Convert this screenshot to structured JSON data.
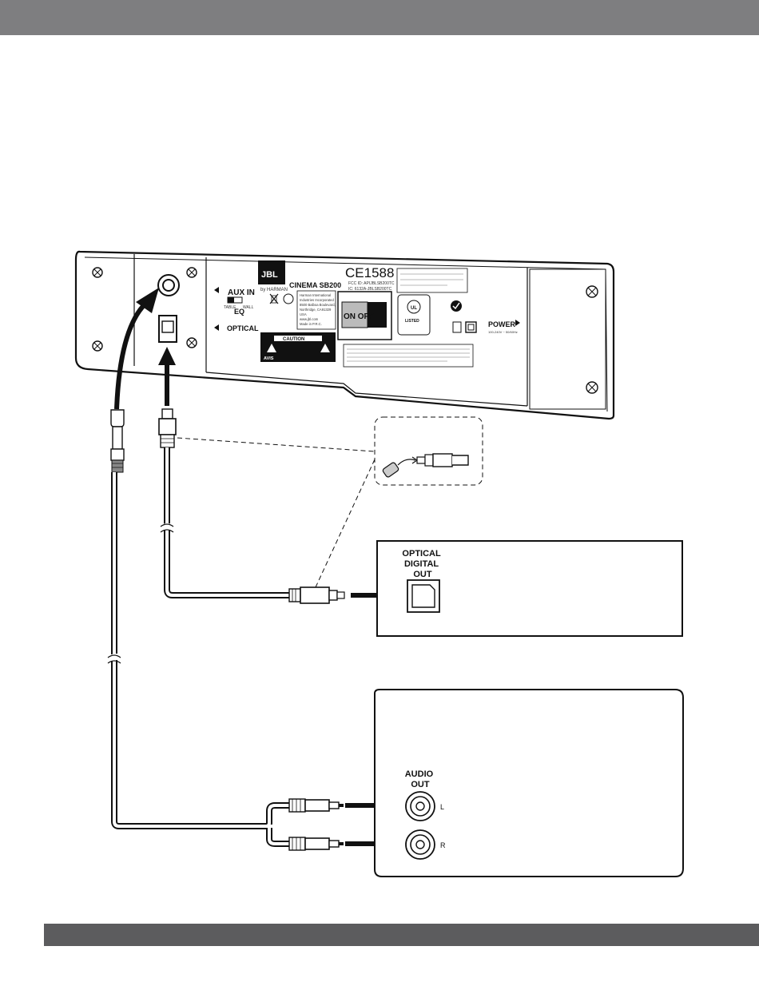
{
  "panel": {
    "brand": "JBL",
    "brand_sub": "by HARMAN",
    "model": "CINEMA SB200",
    "aux_label": "AUX IN",
    "eq_label": "EQ",
    "eq_table": "TABLE",
    "eq_wall": "WALL",
    "optical_label": "OPTICAL",
    "ce_mark": "CE1588",
    "fcc_line1": "FCC ID: APIJBLSB200TC",
    "fcc_line2": "IC: 6132A-JBLSB200TC",
    "on_off": "ON OFF",
    "caution": "CAUTION",
    "avis": "AVIS",
    "ul_listed": "LISTED",
    "power_label": "POWER",
    "power_rating": "100-240V ~ 50/60Hz",
    "address_lines": [
      "Harman International",
      "Industries Incorporated",
      "8500 Balboa Boulevard,",
      "Northridge, CA91329",
      "USA",
      "www.jbl.com",
      "Made in P.R.C."
    ]
  },
  "optical_device": {
    "label_line1": "OPTICAL",
    "label_line2": "DIGITAL",
    "label_line3": "OUT"
  },
  "audio_device": {
    "label_line1": "AUDIO",
    "label_line2": "OUT",
    "left": "L",
    "right": "R"
  },
  "colors": {
    "header_bar": "#7e7e80",
    "footer_bar": "#5c5c5e",
    "line": "#111111"
  }
}
